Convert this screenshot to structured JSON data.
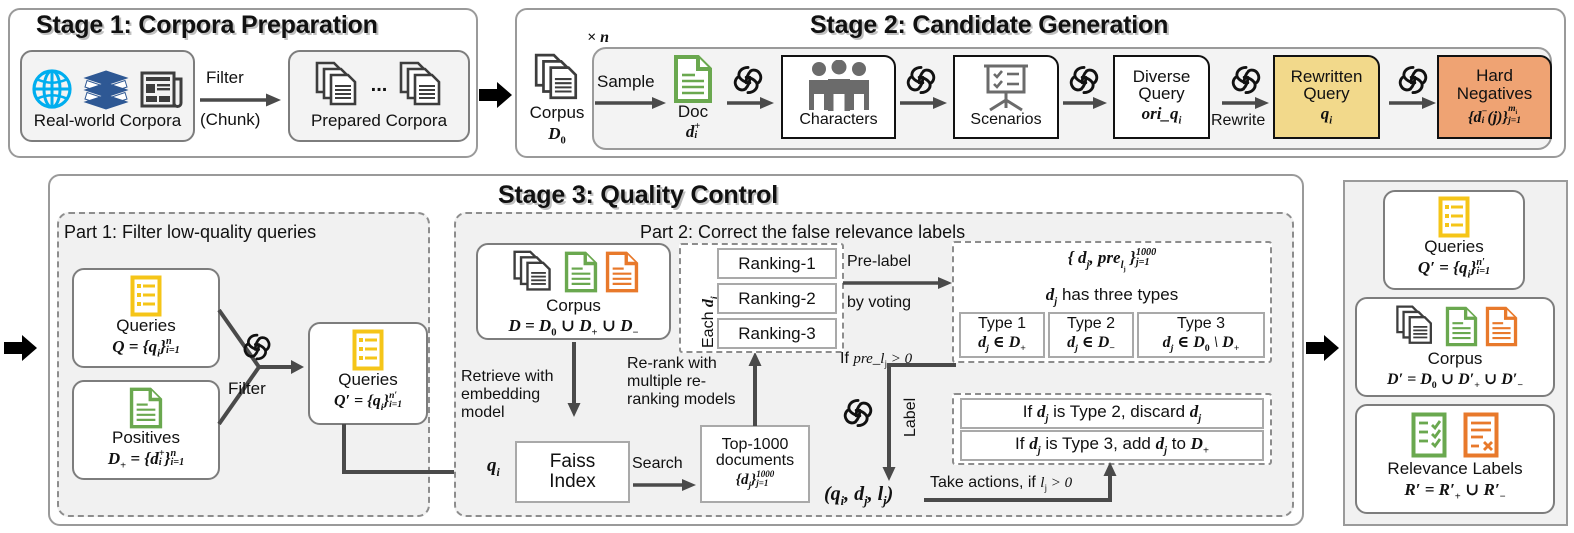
{
  "figure": {
    "type": "pipeline-diagram",
    "title": "Three-stage synthetic retrieval dataset construction pipeline"
  },
  "stage1": {
    "title": "Stage 1: Corpora Preparation",
    "source_node": {
      "label": "Real-world Corpora",
      "icons": [
        "globe-icon",
        "books-icon",
        "newspaper-icon"
      ]
    },
    "arrow_label_top": "Filter",
    "arrow_label_bottom": "(Chunk)",
    "output_node": {
      "label": "Prepared Corpora",
      "ellipsis": "...",
      "icons": [
        "documents-stack-icon",
        "documents-stack-icon"
      ]
    }
  },
  "stage2": {
    "title": "Stage 2: Candidate Generation",
    "repeat_label": "× n",
    "corpus": {
      "label": "Corpus",
      "math": "D₀"
    },
    "sample_label": "Sample",
    "doc": {
      "label": "Doc",
      "math": "dᵢ⁺",
      "icon": "green-document-icon"
    },
    "characters": {
      "label": "Characters",
      "icon": "people-group-icon"
    },
    "scenarios": {
      "label": "Scenarios",
      "icon": "presentation-board-icon"
    },
    "diverse_query": {
      "line1": "Diverse",
      "line2": "Query",
      "math": "ori_qᵢ"
    },
    "rewrite_label": "Rewrite",
    "rewritten_query": {
      "line1": "Rewritten",
      "line2": "Query",
      "math": "qᵢ",
      "color": "#F2D98B"
    },
    "hard_negatives": {
      "line1": "Hard",
      "line2": "Negatives",
      "math": "{dᵢ⁻(j)}ⱼ₌₁^mᵢ",
      "color": "#EFA373"
    },
    "llm_icon": "openai-llm-icon"
  },
  "stage3": {
    "title": "Stage 3: Quality Control",
    "part1": {
      "title": "Part 1: Filter low-quality queries",
      "queries_in": {
        "label": "Queries",
        "math": "Q = {qᵢ}ᵢ₌₁ⁿ",
        "icon": "yellow-list-icon"
      },
      "positives_in": {
        "label": "Positives",
        "math": "D₊ = {dᵢ⁺}ᵢ₌₁ⁿ",
        "icon": "green-document-icon"
      },
      "filter_label": "Filter",
      "queries_out": {
        "label": "Queries",
        "math": "Q′ = {qᵢ}ᵢ₌₁^n′",
        "icon": "yellow-list-icon"
      },
      "llm_icon": "openai-llm-icon"
    },
    "part2": {
      "title": "Part 2: Correct the false relevance labels",
      "corpus": {
        "label": "Corpus",
        "math": "D = D₀ ∪ D₊ ∪ D₋",
        "icons": [
          "documents-stack-icon",
          "green-document-icon",
          "orange-document-icon"
        ]
      },
      "retrieve_label": "Retrieve with embedding model",
      "query_symbol": "qᵢ",
      "faiss": {
        "line1": "Faiss",
        "line2": "Index"
      },
      "search_label": "Search",
      "top1000": {
        "line1": "Top-1000",
        "line2": "documents",
        "math": "{dⱼ}ⱼ₌₁^1000"
      },
      "rerank_label": "Re-rank with multiple re-ranking models",
      "each_label": "Each dⱼ",
      "rankings": [
        "Ranking-1",
        "Ranking-2",
        "Ranking-3"
      ],
      "prelabel_top": "Pre-label",
      "prelabel_bottom": "by voting",
      "types_panel": {
        "header_math": "{ dⱼ, pre_lⱼ }ⱼ₌₁^1000",
        "subheader": "dⱼ has three types",
        "types": [
          {
            "name": "Type 1",
            "math": "dⱼ ∈ D₊"
          },
          {
            "name": "Type 2",
            "math": "dⱼ ∈ D₋"
          },
          {
            "name": "Type 3",
            "math": "dⱼ ∈ D₀ \\ D₊"
          }
        ]
      },
      "condition_label": "If pre_lⱼ > 0",
      "label_arrow_text": "Label",
      "triple": "(qᵢ, dⱼ, lⱼ)",
      "actions_label": "Take actions, if lⱼ > 0",
      "actions": [
        "If dⱼ is Type 2, discard dⱼ",
        "If dⱼ is Type 3, add dⱼ to D₊"
      ],
      "llm_icon": "openai-llm-icon"
    }
  },
  "output": {
    "queries": {
      "label": "Queries",
      "math": "Q′ = {qᵢ}ᵢ₌₁^n′",
      "icon": "yellow-list-icon"
    },
    "corpus": {
      "label": "Corpus",
      "math": "D′ = D₀ ∪ D′₊ ∪ D′₋",
      "icons": [
        "documents-stack-icon",
        "green-document-icon",
        "orange-document-icon"
      ]
    },
    "relevance": {
      "label": "Relevance Labels",
      "math": "R′ = R′₊ ∪ R′₋",
      "icons": [
        "green-checklist-icon",
        "orange-rejectlist-icon"
      ]
    }
  },
  "colors": {
    "green": "#6AA84F",
    "orange": "#E8792B",
    "yellow": "#F5C518",
    "gold_box": "#F2D98B",
    "orange_box": "#EFA373",
    "globe_blue": "#00AEEF",
    "books_blue": "#2E5894",
    "dark_gray": "#4A4A4A",
    "panel_border": "#9a9a9a",
    "panel_fill": "#f1f1f1"
  }
}
